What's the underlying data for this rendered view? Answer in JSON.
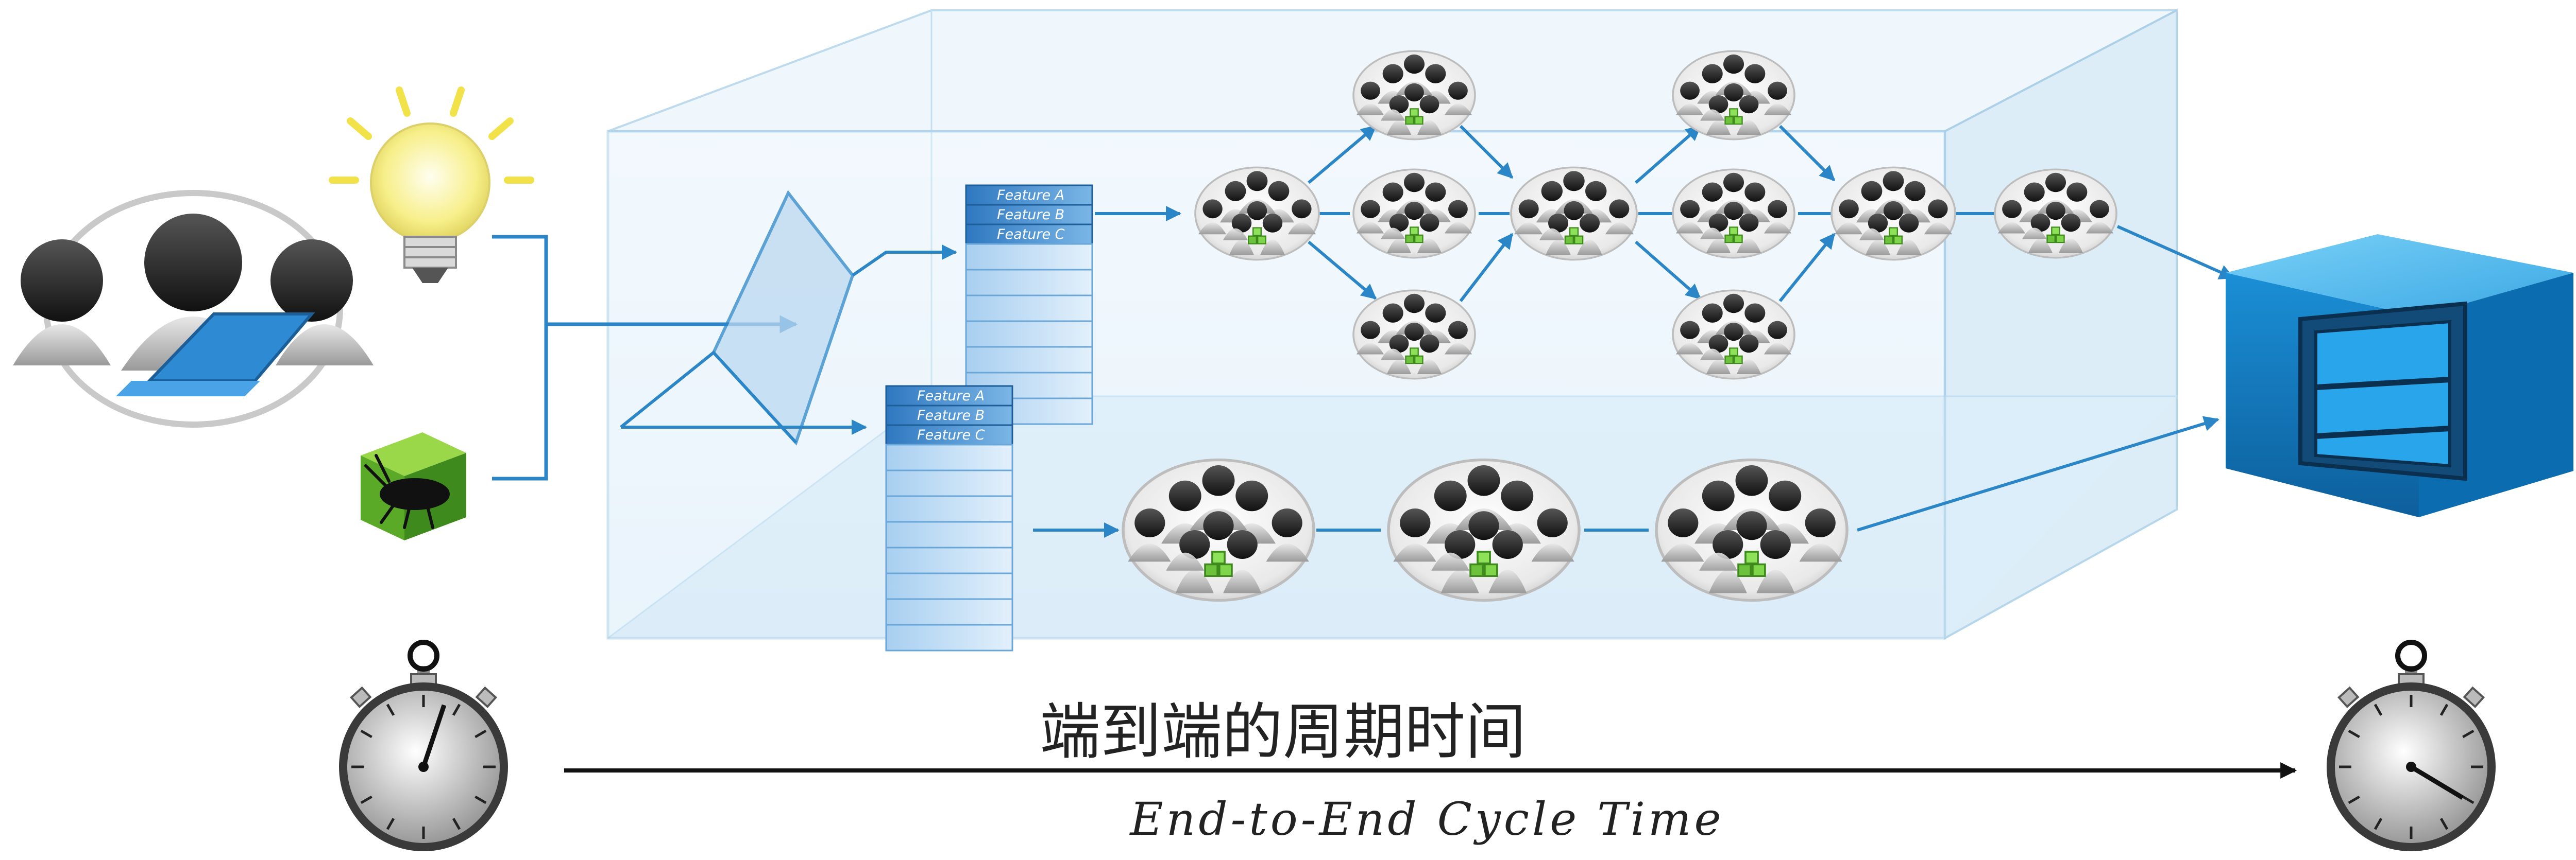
{
  "feature_stacks": [
    {
      "labels": [
        "Feature A",
        "Feature B",
        "Feature C"
      ]
    },
    {
      "labels": [
        "Feature A",
        "Feature B",
        "Feature C"
      ]
    }
  ],
  "caption": {
    "chinese": "端到端的周期时间",
    "english": "End-to-End Cycle Time"
  },
  "icons": {
    "requesters": "user-group-with-laptop-icon",
    "idea": "light-bulb-icon",
    "defect": "bug-cube-icon",
    "team": "team-group-icon",
    "release": "product-cube-icon",
    "start_timer": "stopwatch-icon",
    "end_timer": "stopwatch-icon"
  },
  "colors": {
    "flow_arrow": "#2b86c8",
    "box_edge": "#a9cfe8",
    "stack_blue": "#3f8ed2",
    "team_green": "#6cc23a",
    "defect_green": "#5aa927",
    "release_blue": "#1d9be0",
    "bulb_yellow": "#f7ef8a"
  }
}
